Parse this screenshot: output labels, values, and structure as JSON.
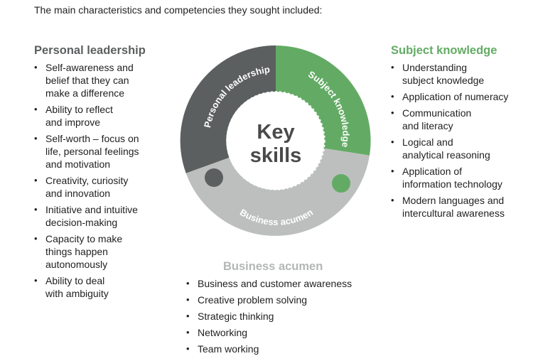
{
  "intro": "The main characteristics and competencies they sought included:",
  "colors": {
    "personal": "#5b5f5f",
    "subject": "#63ab64",
    "business": "#bdbfbf",
    "center_text": "#4a4a4a"
  },
  "wheel": {
    "center_line1": "Key",
    "center_line2": "skills",
    "personal_label": "Personal leadership",
    "subject_label": "Subject knowledge",
    "business_label": "Business acumen"
  },
  "personal": {
    "heading": "Personal leadership",
    "items": [
      [
        "Self-awareness and",
        "belief that they can",
        "make a difference"
      ],
      [
        "Ability to reflect",
        "and improve"
      ],
      [
        "Self-worth – focus on",
        "life, personal feelings",
        "and motivation"
      ],
      [
        "Creativity, curiosity",
        "and innovation"
      ],
      [
        "Initiative and intuitive",
        "decision-making"
      ],
      [
        "Capacity to make",
        "things happen",
        "autonomously"
      ],
      [
        "Ability to deal",
        "with ambiguity"
      ]
    ]
  },
  "subject": {
    "heading": "Subject knowledge",
    "items": [
      [
        "Understanding",
        "subject knowledge"
      ],
      [
        "Application of numeracy"
      ],
      [
        "Communication",
        "and literacy"
      ],
      [
        "Logical and",
        "analytical reasoning"
      ],
      [
        "Application of",
        "information technology"
      ],
      [
        "Modern languages and",
        "intercultural awareness"
      ]
    ]
  },
  "business": {
    "heading": "Business acumen",
    "items": [
      [
        "Business and customer awareness"
      ],
      [
        "Creative problem solving"
      ],
      [
        "Strategic thinking"
      ],
      [
        "Networking"
      ],
      [
        "Team working"
      ]
    ]
  }
}
